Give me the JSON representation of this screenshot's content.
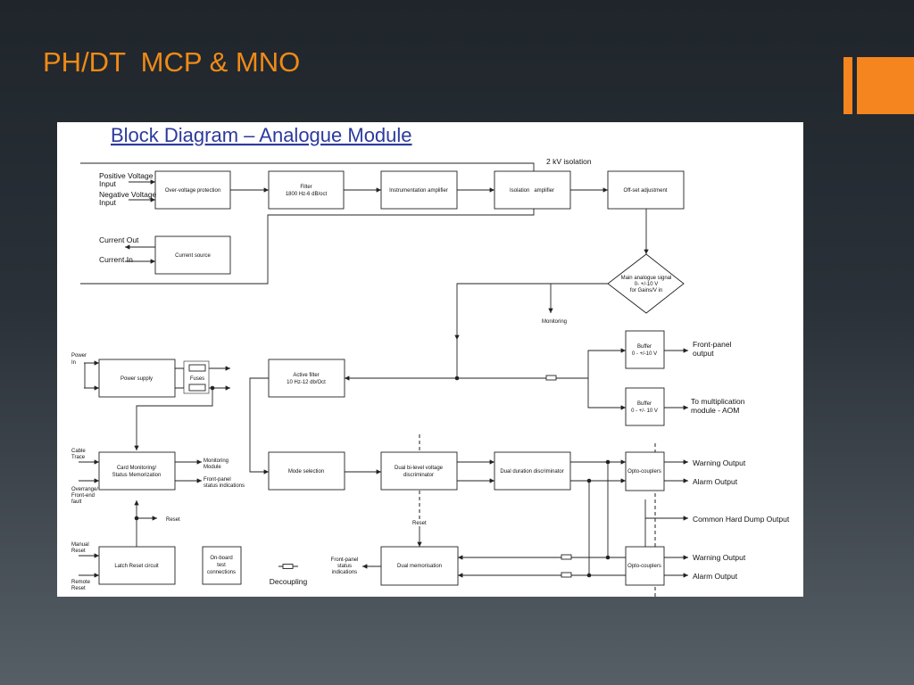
{
  "slide": {
    "title": "PH/DT  MCP & MNO"
  },
  "diagram": {
    "title": "Block Diagram – Analogue Module",
    "isolation_label": "2 kV isolation",
    "inputs": {
      "positive": [
        "Positive Voltage",
        "Input"
      ],
      "negative": [
        "Negative Voltage",
        "Input"
      ],
      "current_out": "Current Out",
      "current_in": "Current In",
      "power": [
        "Power",
        "In"
      ],
      "cable_trace": [
        "Cable",
        "Trace"
      ],
      "overrange": [
        "Overrange/",
        "Front-end",
        "fault"
      ],
      "manual_reset": [
        "Manual",
        "Reset"
      ],
      "remote_reset": [
        "Remote",
        "Reset"
      ]
    },
    "blocks": {
      "over_voltage": [
        "Over-voltage protection"
      ],
      "filter": [
        "Filter",
        "1800 Hz-6 dB/oct"
      ],
      "instr_amp": [
        "Instrumentation amplifier"
      ],
      "isolation_amp": [
        "Isolation   amplifier"
      ],
      "offset": [
        "Off-set adjustment"
      ],
      "current_source": [
        "Current source"
      ],
      "main_signal": [
        "Main analogue signal",
        "0- +/-10 V",
        "for Gains/V in"
      ],
      "power_supply": [
        "Power supply"
      ],
      "fuses": [
        "Fuses"
      ],
      "active_filter": [
        "Active filter",
        "10 Hz-12 db/Oct"
      ],
      "buffer1": [
        "Buffer",
        "0 - +/-10 V"
      ],
      "buffer2": [
        "Buffer",
        "0 - +/- 10 V"
      ],
      "card_monitoring": [
        "Card Monitoring/",
        "Status Memorization"
      ],
      "mode_selection": [
        "Mode selection"
      ],
      "bilevel": [
        "Dual bi-level voltage",
        "discriminator"
      ],
      "duration": [
        "Dual duration discriminator"
      ],
      "opto1": [
        "Opto-couplers"
      ],
      "opto2": [
        "Opto-couplers"
      ],
      "latch_reset": [
        "Latch Reset circuit"
      ],
      "onboard_test": [
        "On-board",
        "test",
        "connections"
      ],
      "dual_memo": [
        "Dual memorisation"
      ]
    },
    "labels": {
      "monitoring": "Monitoring",
      "monitoring_module": [
        "Monitoring",
        "Module"
      ],
      "fp_status": [
        "Front-panel",
        "status indications"
      ],
      "fp_status2": [
        "Front-panel",
        "status",
        "indications"
      ],
      "reset1": "Reset",
      "reset2": "Reset",
      "decoupling": "Decoupling"
    },
    "outputs": {
      "front_panel": [
        "Front-panel",
        "output"
      ],
      "aom": [
        "To multiplication",
        "module - AOM"
      ],
      "warning1": "Warning Output",
      "alarm1": "Alarm Output",
      "hard_dump": "Common Hard Dump Output",
      "warning2": "Warning Output",
      "alarm2": "Alarm Output"
    }
  }
}
